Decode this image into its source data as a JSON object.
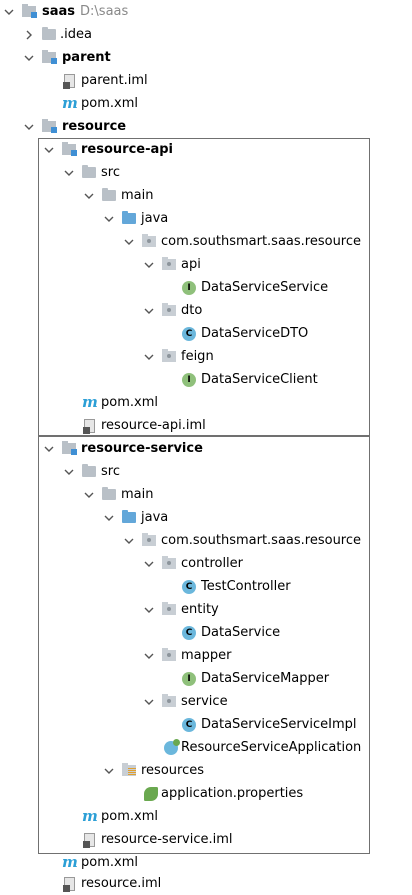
{
  "tree": {
    "saas": {
      "label": "saas",
      "path": "D:\\saas"
    },
    "idea": ".idea",
    "parent": "parent",
    "parent_iml": "parent.iml",
    "parent_pom": "pom.xml",
    "resource": "resource",
    "resource_api": {
      "label": "resource-api",
      "src": "src",
      "main": "main",
      "java": "java",
      "package": "com.southsmart.saas.resource",
      "api": "api",
      "data_service_service": "DataServiceService",
      "dto": "dto",
      "data_service_dto": "DataServiceDTO",
      "feign": "feign",
      "data_service_client": "DataServiceClient",
      "pom": "pom.xml",
      "iml": "resource-api.iml"
    },
    "resource_service": {
      "label": "resource-service",
      "src": "src",
      "main": "main",
      "java": "java",
      "package": "com.southsmart.saas.resource",
      "controller": "controller",
      "test_controller": "TestController",
      "entity": "entity",
      "data_service": "DataService",
      "mapper": "mapper",
      "data_service_mapper": "DataServiceMapper",
      "service": "service",
      "data_service_service_impl": "DataServiceServiceImpl",
      "application": "ResourceServiceApplication",
      "resources": "resources",
      "application_properties": "application.properties",
      "pom": "pom.xml",
      "iml": "resource-service.iml"
    },
    "resource_pom": "pom.xml",
    "resource_iml": "resource.iml"
  },
  "icons": {
    "interface_letter": "I",
    "class_letter": "C",
    "maven_letter": "m"
  }
}
